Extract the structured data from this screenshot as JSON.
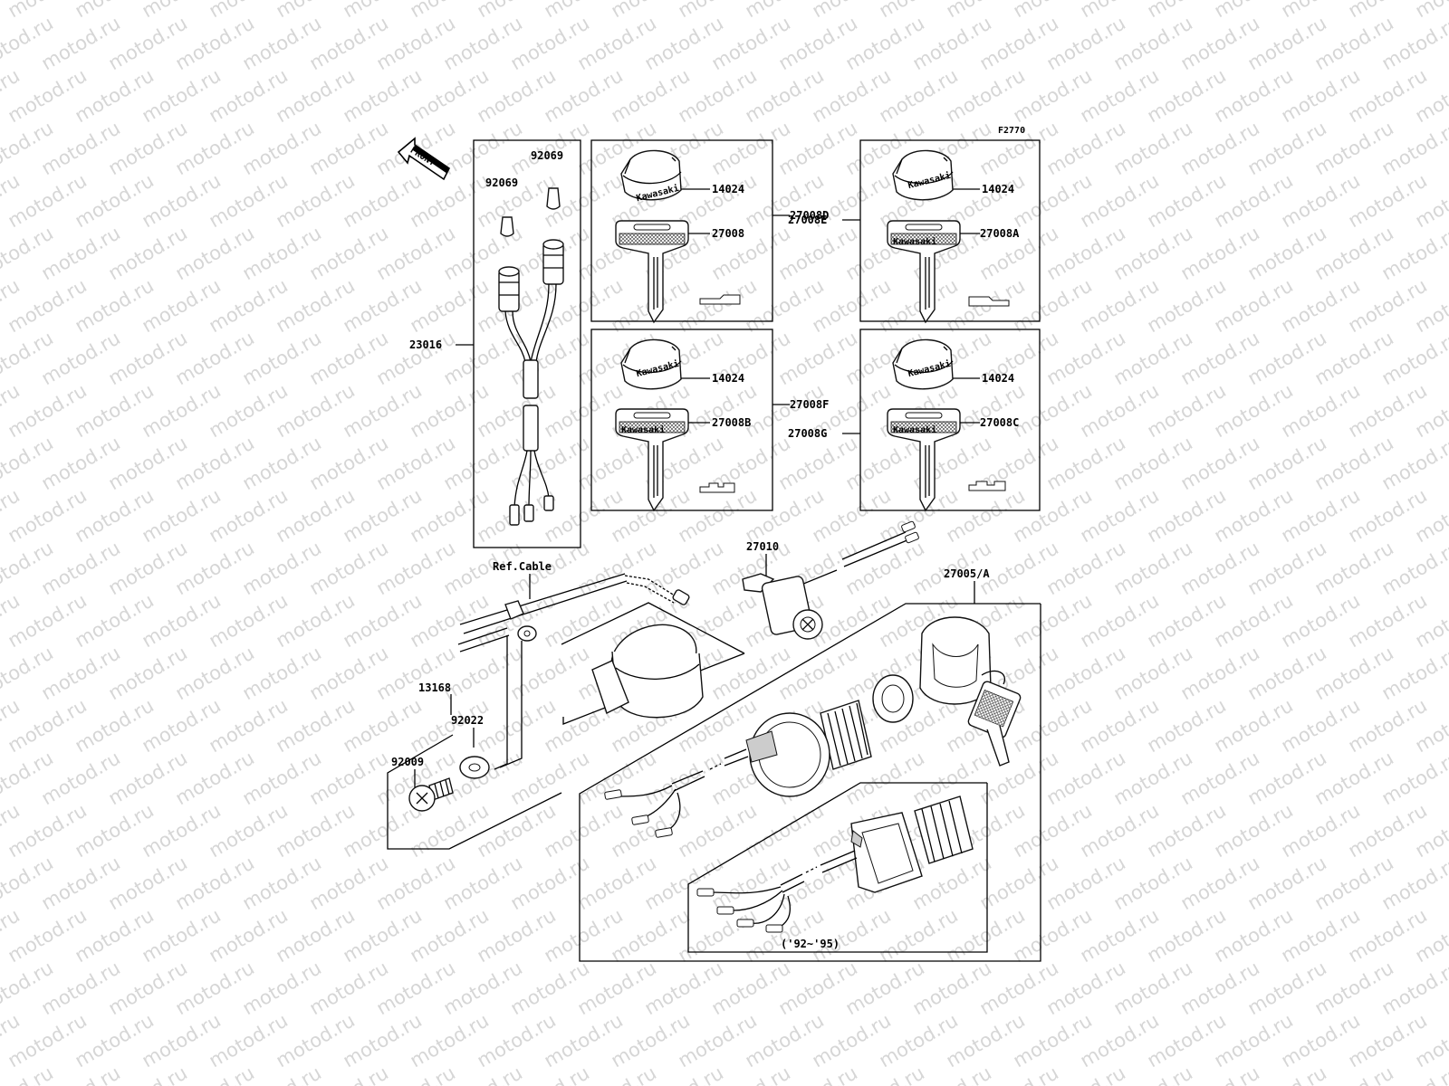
{
  "figure_code": "F2770",
  "front_label": "FRONT",
  "watermark_text": "motod.ru",
  "brand_text": "Kawasaki",
  "labels": {
    "p92069a": "92069",
    "p92069b": "92069",
    "p23016": "23016",
    "p14024a": "14024",
    "p27008": "27008",
    "p27008D": "27008D",
    "p14024b": "14024",
    "p27008A": "27008A",
    "p27008E": "27008E",
    "p14024c": "14024",
    "p27008B": "27008B",
    "p27008F": "27008F",
    "p14024d": "14024",
    "p27008C": "27008C",
    "p27008G": "27008G",
    "p27010": "27010",
    "ref_cable": "Ref.Cable",
    "p27005A": "27005/A",
    "p13168": "13168",
    "p92022": "92022",
    "p92009": "92009",
    "years": "('92~'95)"
  }
}
